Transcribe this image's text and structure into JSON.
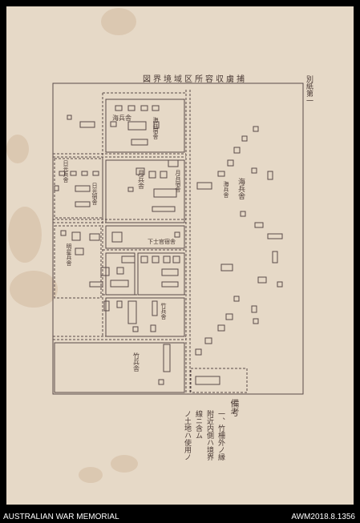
{
  "map": {
    "title": "捕虜収容所区域境界図",
    "corner_note": "別紙第一",
    "labels": {
      "north_camp": "海兵舎",
      "north_annex": "海兵宿舎",
      "west_camp": "月兵舎",
      "west_annex": "月兵宿舎",
      "mid_camp": "日光兵舎",
      "mid_annex": "日光宿舎",
      "east_camp": "海兵舎",
      "east_annex": "海兵舎",
      "officer_quarters": "下士官宿舎",
      "sw_camp": "明星兵舎",
      "south_annex": "竹兵舎",
      "south_camp": "竹兵舎",
      "notes_heading": "備考",
      "notes_lines": [
        "一、竹柵外ノ縁",
        "附近内側ハ境界",
        "線ニ含ム",
        "ノ土地ハ使用ノ"
      ]
    },
    "colors": {
      "paper": "#e6d9c7",
      "ink": "#5a4a4a",
      "background": "#000000"
    }
  },
  "footer": {
    "institution": "AUSTRALIAN WAR MEMORIAL",
    "accession": "AWM2018.8.1356"
  }
}
